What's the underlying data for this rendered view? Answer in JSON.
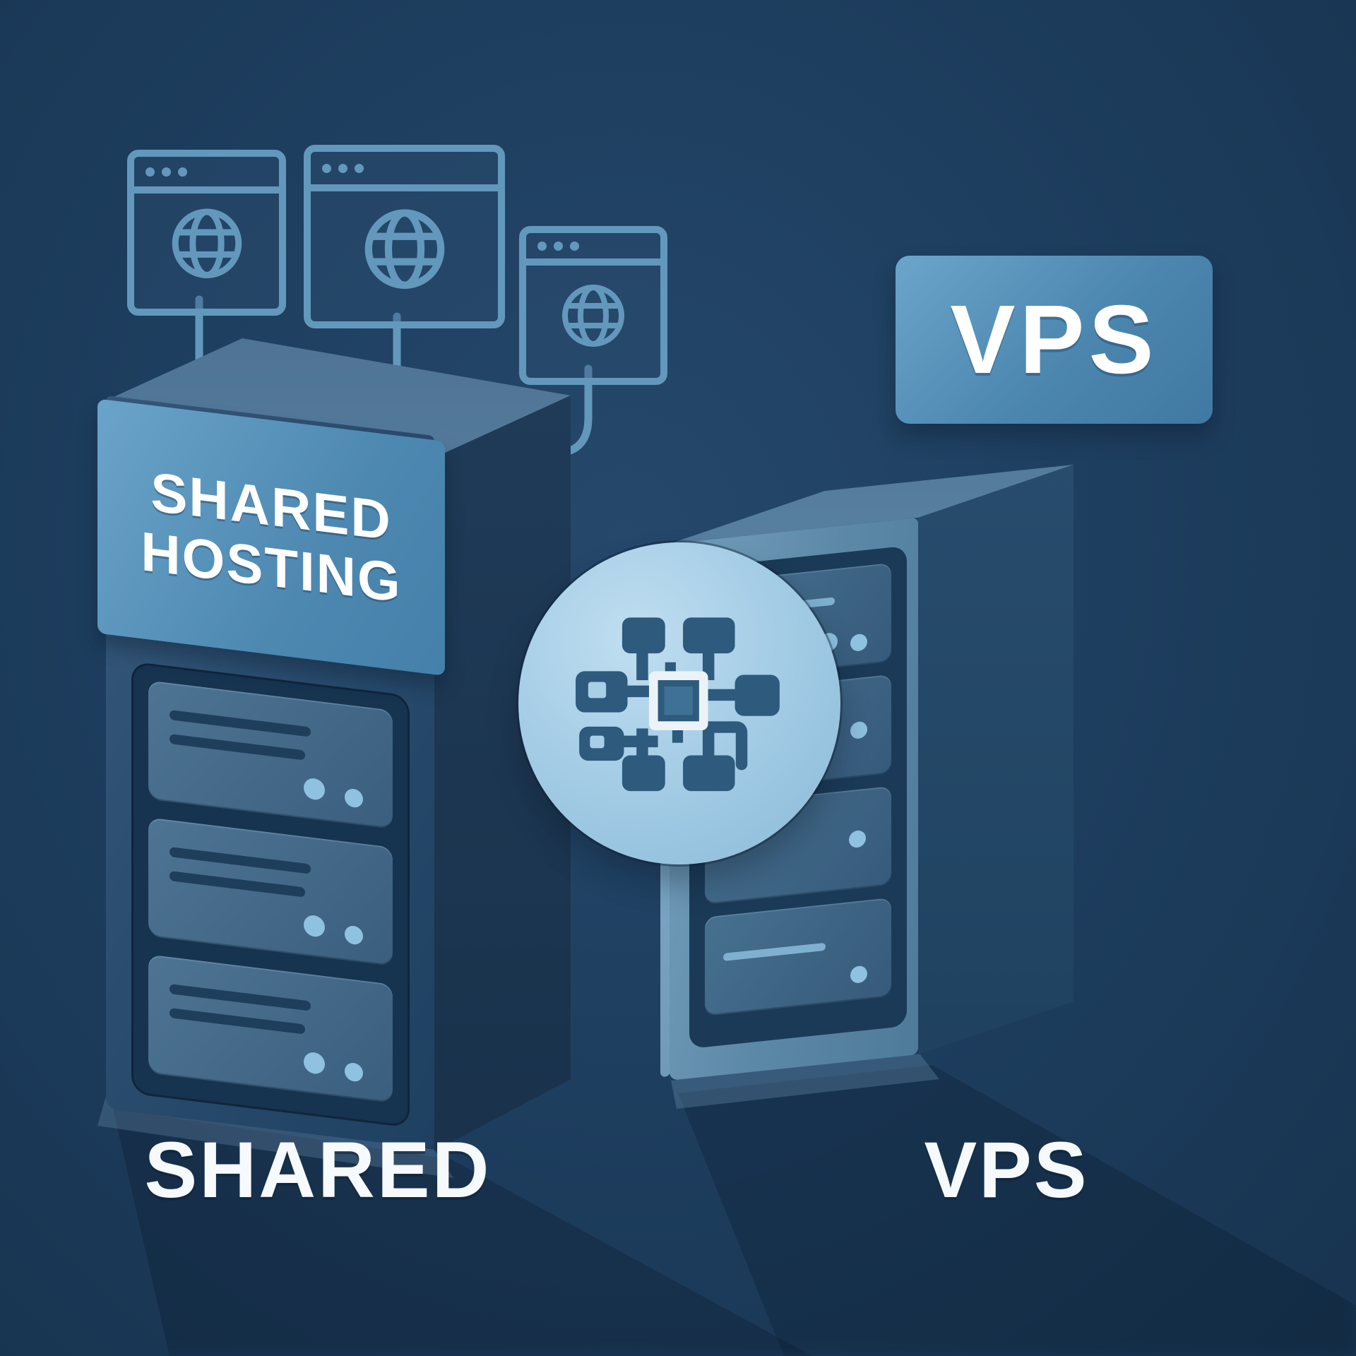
{
  "scene": {
    "type": "illustration",
    "topic": "Shared Hosting vs VPS comparison"
  },
  "palette": {
    "background": "#1e3e5f",
    "background_edge": "#17334f",
    "outline_blue": "#6398bd",
    "panel_blue": "#4d88b1",
    "server_front_dark": "#2a4c6e",
    "server_inset_dark": "#16334f",
    "bay_fill": "#4e7494",
    "indicator_dot": "#8fc1e0",
    "hub_circle": "#a5cde6",
    "chip_blue": "#2d5a7d",
    "text_white": "#ffffff"
  },
  "browser_windows": {
    "count": 3,
    "icon": "globe",
    "connected_to": "shared server"
  },
  "left_server": {
    "sign": {
      "line1": "SHARED",
      "line2": "HOSTING"
    },
    "caption": "SHARED",
    "bays": [
      {
        "lines": 2,
        "indicator_dots": 2
      },
      {
        "lines": 2,
        "indicator_dots": 2
      },
      {
        "lines": 2,
        "indicator_dots": 2
      }
    ]
  },
  "hub": {
    "icon": "cpu-chip"
  },
  "right_server": {
    "sign": "VPS",
    "caption": "VPS",
    "bays": [
      {
        "lines": 1,
        "indicator_dots": 2
      },
      {
        "lines": 0,
        "indicator_dots": 2
      },
      {
        "lines": 0,
        "indicator_dots": 1
      },
      {
        "lines": 1,
        "indicator_dots": 1
      }
    ]
  }
}
